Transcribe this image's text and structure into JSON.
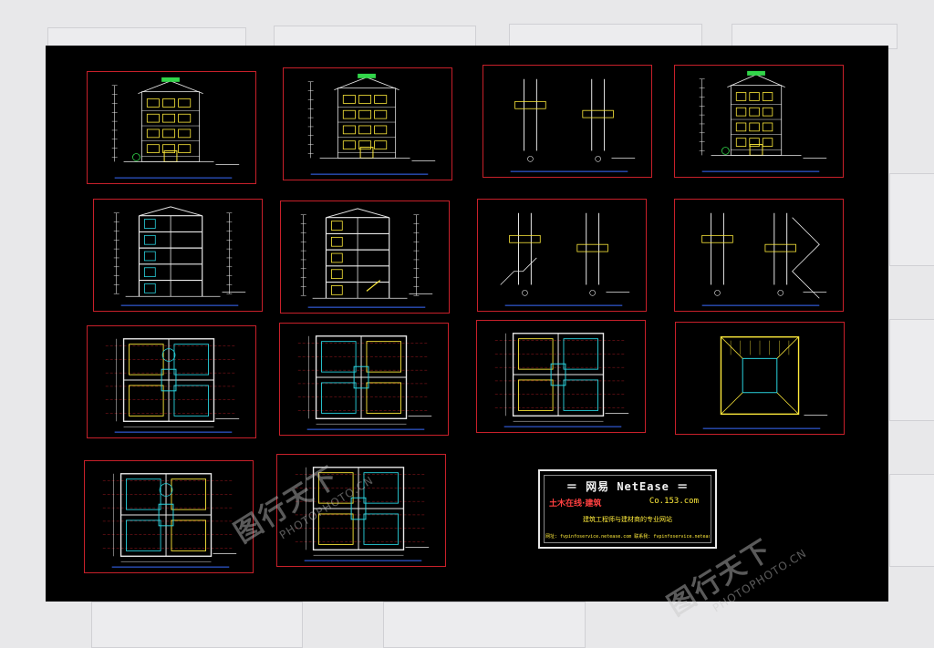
{
  "colors": {
    "frame": "#c8202a",
    "building": "#ffeb3b",
    "dimension": "#2ad4e0",
    "accent": "#32d64a",
    "wall": "#e8e8e8",
    "background": "#000000"
  },
  "sheets": [
    {
      "id": "south-elevation",
      "kind": "elevation"
    },
    {
      "id": "north-elevation",
      "kind": "elevation"
    },
    {
      "id": "wall-sections",
      "kind": "detail"
    },
    {
      "id": "side-elevation",
      "kind": "elevation"
    },
    {
      "id": "section-1-1",
      "kind": "section"
    },
    {
      "id": "section-2-2",
      "kind": "section"
    },
    {
      "id": "stair-details",
      "kind": "detail"
    },
    {
      "id": "eave-details",
      "kind": "detail"
    },
    {
      "id": "ground-floor-plan",
      "kind": "plan"
    },
    {
      "id": "second-floor-plan",
      "kind": "plan"
    },
    {
      "id": "third-floor-plan",
      "kind": "plan"
    },
    {
      "id": "roof-plan",
      "kind": "plan"
    },
    {
      "id": "basement-plan",
      "kind": "plan"
    },
    {
      "id": "attic-plan",
      "kind": "plan"
    }
  ],
  "title_block": {
    "title": "＝ 网易 NetEase ＝",
    "subtitle": "土木在线·建筑",
    "code": "Co.153.com",
    "description": "建筑工程师与建材商的专业网站",
    "links": "网址: fvpinfoservice.netease.com   联系我: fvpinfoservice.netease.com"
  },
  "watermark": {
    "glyphs": "图行天下",
    "domain": "PHOTOPHOTO.CN"
  }
}
